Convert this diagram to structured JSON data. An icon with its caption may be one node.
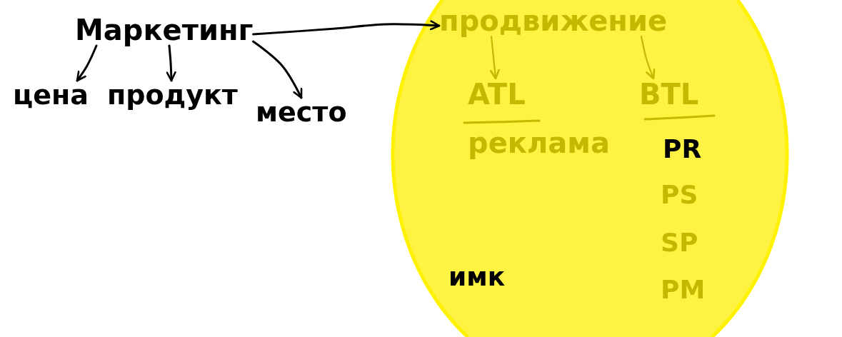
{
  "diagram": {
    "nodes": [
      {
        "text": [
          "Маркетинг"
        ]
      },
      {
        "text": [
          "цена"
        ]
      },
      {
        "text": [
          "продукт"
        ]
      },
      {
        "text": [
          "место"
        ]
      },
      {
        "text": [
          "имк"
        ]
      },
      {
        "text": [
          "продвижение"
        ],
        "in": 4
      },
      {
        "text": [
          "ATL"
        ],
        "in": 4
      },
      {
        "text": [
          "BTL"
        ],
        "in": 4
      }
    ],
    "edges": [
      {
        "from": 0,
        "to": 1,
        "arrow": "to"
      },
      {
        "from": 0,
        "to": 2,
        "arrow": "to"
      },
      {
        "from": 0,
        "to": 3,
        "arrow": "to"
      },
      {
        "from": 0,
        "to": 5,
        "arrow": "to"
      },
      {
        "from": 5,
        "to": 6,
        "arrow": "to",
        "color": "#c6b700"
      },
      {
        "from": 5,
        "to": 7,
        "arrow": "to",
        "color": "#c6b700"
      }
    ],
    "labels": [
      "реклама",
      "PR",
      "PS",
      "SP",
      "PM"
    ]
  }
}
